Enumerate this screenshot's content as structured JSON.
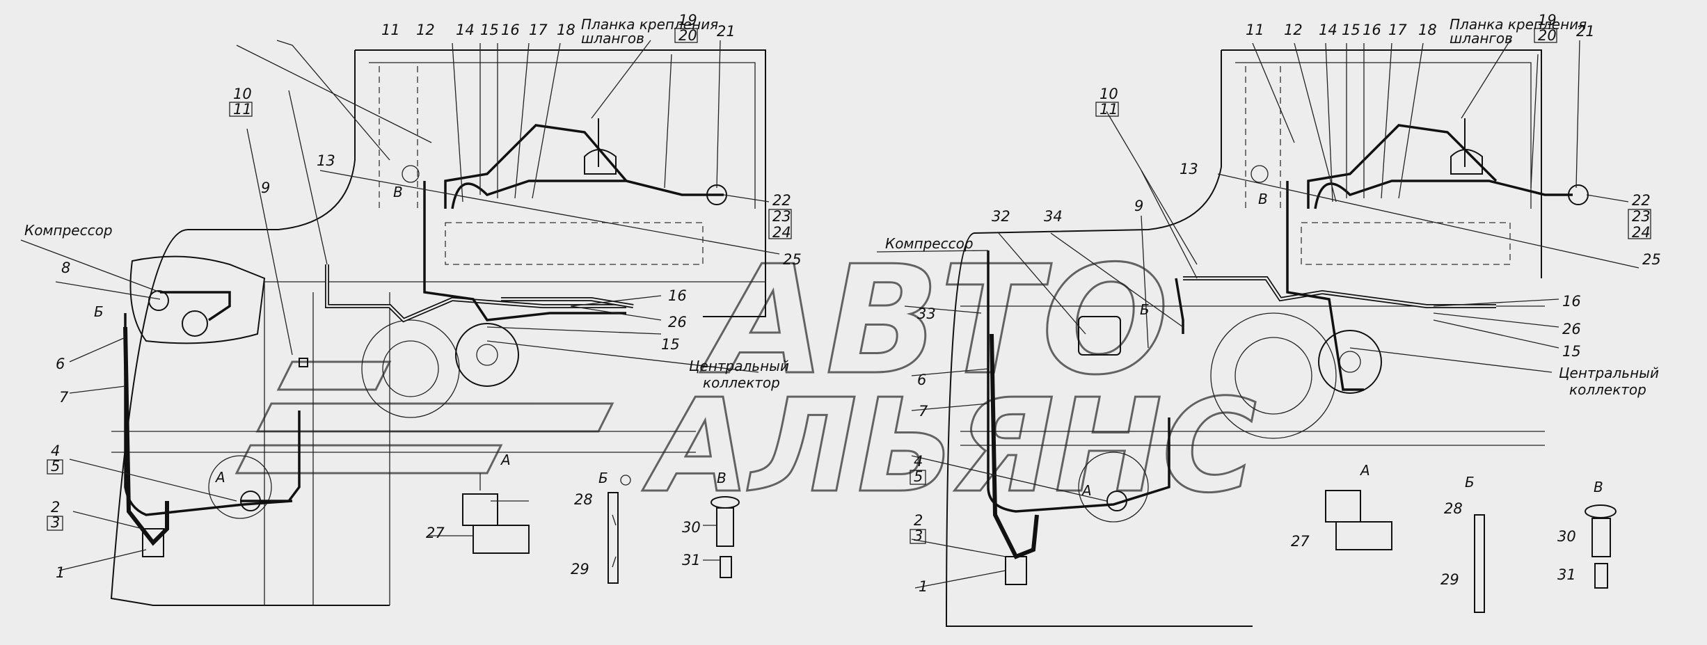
{
  "watermark": {
    "line1": "АВТО",
    "line2": "АЛЬЯНС"
  },
  "left_view": {
    "callouts": {
      "n1": "1",
      "n2": "2",
      "n3": "3",
      "n4": "4",
      "n5": "5",
      "n6": "6",
      "n7": "7",
      "n8": "8",
      "n9": "9",
      "n10": "10",
      "n11_frac": "11",
      "n11": "11",
      "n12": "12",
      "n13": "13",
      "n14": "14",
      "n15": "15",
      "n15b": "15",
      "n16": "16",
      "n16b": "16",
      "n17": "17",
      "n18": "18",
      "n19": "19",
      "n20": "20",
      "n21": "21",
      "n22": "22",
      "n23": "23",
      "n24": "24",
      "n25": "25",
      "n26": "26",
      "n27": "27",
      "n28": "28",
      "n29": "29",
      "n30": "30",
      "n31": "31"
    },
    "labels": {
      "compressor": "Компрессор",
      "bracket_line1": "Планка крепления",
      "bracket_line2": "шлангов",
      "collector_line1": "Центральный",
      "collector_line2": "коллектор",
      "view_a": "А",
      "view_a2": "А",
      "view_b": "Б",
      "view_b2": "Б",
      "view_v": "В",
      "view_v2": "В"
    }
  },
  "right_view": {
    "callouts": {
      "n1": "1",
      "n2": "2",
      "n3": "3",
      "n4": "4",
      "n5": "5",
      "n6": "6",
      "n7": "7",
      "n9": "9",
      "n10": "10",
      "n11_frac": "11",
      "n11": "11",
      "n12": "12",
      "n13": "13",
      "n14": "14",
      "n15": "15",
      "n15b": "15",
      "n16": "16",
      "n16b": "16",
      "n17": "17",
      "n18": "18",
      "n19": "19",
      "n20": "20",
      "n21": "21",
      "n22": "22",
      "n23": "23",
      "n24": "24",
      "n25": "25",
      "n26": "26",
      "n27": "27",
      "n28": "28",
      "n29": "29",
      "n30": "30",
      "n31": "31",
      "n32": "32",
      "n33": "33",
      "n34": "34"
    },
    "labels": {
      "compressor": "Компрессор",
      "bracket_line1": "Планка крепления",
      "bracket_line2": "шлангов",
      "collector_line1": "Центральный",
      "collector_line2": "коллектор",
      "view_a": "А",
      "view_a2": "А",
      "view_b": "Б",
      "view_b2": "Б",
      "view_v": "В",
      "view_v2": "В"
    }
  }
}
